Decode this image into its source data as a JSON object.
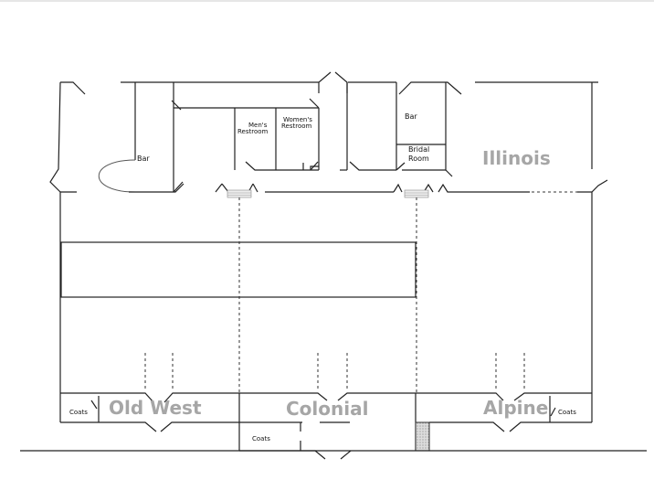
{
  "labels": {
    "bar_left": "Bar",
    "mens_restroom": [
      "Men's",
      "Restroom"
    ],
    "womens_restroom": [
      "Women's",
      "Restroom"
    ],
    "bar_right": "Bar",
    "bridal_room": [
      "Bridal",
      "Room"
    ],
    "illinois": "Illinois",
    "old_west": "Old West",
    "colonial": "Colonial",
    "alpine": "Alpine",
    "coats_left": "Coats",
    "coats_center": "Coats",
    "coats_right": "Coats"
  }
}
